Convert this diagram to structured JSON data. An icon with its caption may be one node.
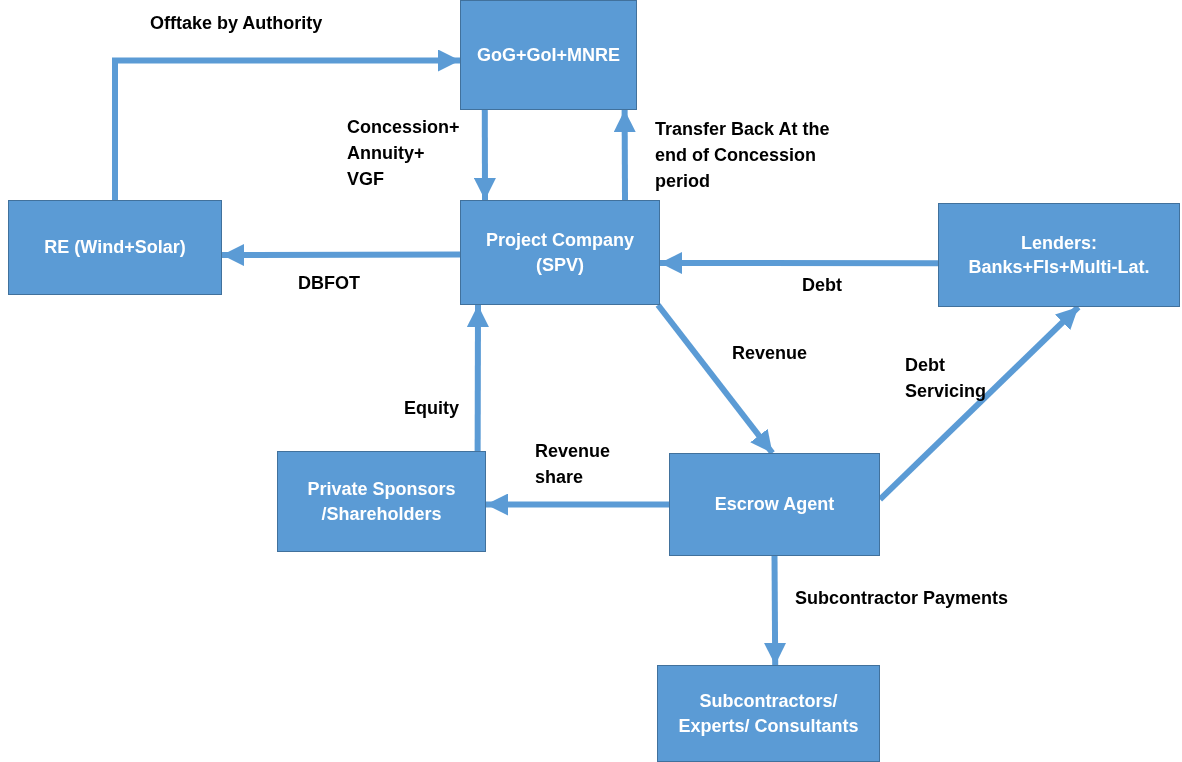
{
  "diagram": {
    "nodes": [
      {
        "text": [
          "GoG+GoI+MNRE"
        ]
      },
      {
        "text": [
          "RE (Wind+Solar)"
        ]
      },
      {
        "text": [
          "Project Company (SPV)"
        ]
      },
      {
        "text": [
          "Lenders: Banks+FIs+Multi-Lat."
        ]
      },
      {
        "text": [
          "Private Sponsors /Shareholders"
        ]
      },
      {
        "text": [
          "Escrow Agent"
        ]
      },
      {
        "text": [
          "Subcontractors/ Experts/ Consultants"
        ]
      }
    ],
    "edges": [
      {
        "from": 1,
        "to": 0,
        "arrow": "to",
        "label": "Offtake by Authority"
      },
      {
        "from": 0,
        "to": 2,
        "arrow": "to",
        "label": "Concession+ Annuity+ VGF"
      },
      {
        "from": 2,
        "to": 0,
        "arrow": "to",
        "label": "Transfer Back At the end of Concession period"
      },
      {
        "from": 2,
        "to": 1,
        "arrow": "to",
        "label": "DBFOT"
      },
      {
        "from": 3,
        "to": 2,
        "arrow": "to",
        "label": "Debt"
      },
      {
        "from": 2,
        "to": 5,
        "arrow": "to",
        "label": "Revenue"
      },
      {
        "from": 5,
        "to": 3,
        "arrow": "to",
        "label": "Debt Servicing"
      },
      {
        "from": 4,
        "to": 2,
        "arrow": "to",
        "label": "Equity"
      },
      {
        "from": 5,
        "to": 4,
        "arrow": "to",
        "label": "Revenue share"
      },
      {
        "from": 5,
        "to": 6,
        "arrow": "to",
        "label": "Subcontractor Payments"
      }
    ]
  }
}
